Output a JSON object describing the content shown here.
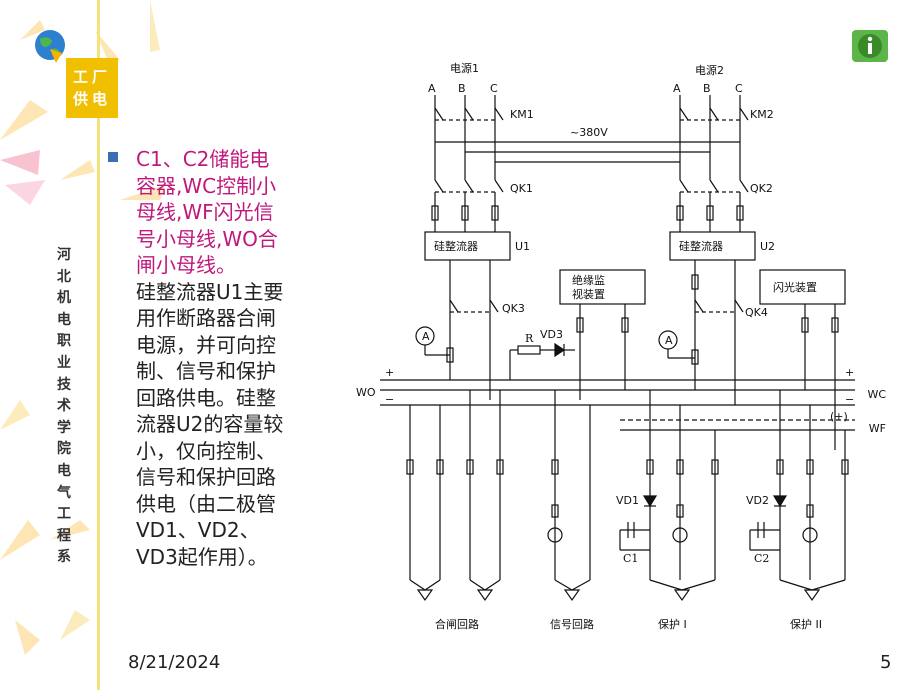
{
  "sidebar": {
    "logo_line1": "工厂",
    "logo_line2": "供电",
    "vertical_text": [
      "河",
      "北",
      "机",
      "电",
      "职",
      "业",
      "技",
      "术",
      "学",
      "院",
      "电",
      "气",
      "工",
      "程",
      "系"
    ]
  },
  "content": {
    "highlight_lines": [
      "C1、C2储能电",
      "容器,WC控制小",
      "母线,WF闪光信",
      "号小母线,WO合",
      "闸小母线。"
    ],
    "body_lines": [
      "硅整流器U1主要",
      "用作断路器合闸",
      "电源，并可向控",
      "制、信号和保护",
      "回路供电。硅整",
      "流器U2的容量较",
      "小，仅向控制、",
      "信号和保护回路",
      "供电（由二极管",
      "VD1、VD2、",
      "VD3起作用）。"
    ]
  },
  "diagram": {
    "source1": "电源1",
    "source2": "电源2",
    "phaseA": "A",
    "phaseB": "B",
    "phaseC": "C",
    "km1": "KM1",
    "km2": "KM2",
    "voltage": "~380V",
    "qk1": "QK1",
    "qk2": "QK2",
    "rect1": "硅整流器",
    "rect2": "硅整流器",
    "u1": "U1",
    "u2": "U2",
    "qk3": "QK3",
    "qk4": "QK4",
    "insulation_line1": "绝缘监",
    "insulation_line2": "视装置",
    "flash": "闪光装置",
    "r": "R",
    "vd3": "VD3",
    "ammeter": "A",
    "wo": "WO",
    "wc": "WC",
    "wf": "WF",
    "plus": "+",
    "minus": "−",
    "plus_paren": "(+)",
    "vd1": "VD1",
    "vd2": "VD2",
    "c1": "C1",
    "c2": "C2",
    "load1": "合闸回路",
    "load2": "信号回路",
    "load3": "保护 I",
    "load4": "保护 II"
  },
  "footer": {
    "date": "8/21/2024",
    "page": "5"
  },
  "colors": {
    "highlight": "#c0187c",
    "logo_bg": "#f0c000",
    "bullet": "#3a6fb5"
  }
}
